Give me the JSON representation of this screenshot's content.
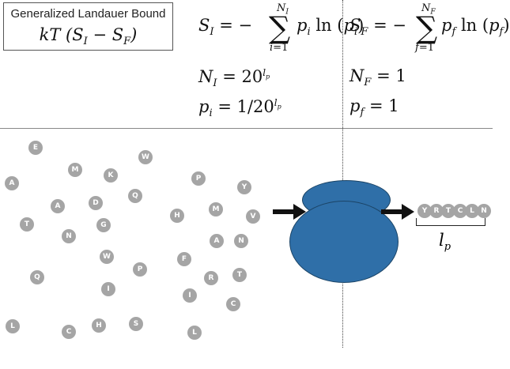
{
  "title_box": {
    "label": "Generalized Landauer Bound",
    "formula": "kT (S_I − S_F)"
  },
  "equations": {
    "initial": {
      "entropy": "S_I = −Σ_{i=1}^{N_I} p_i ln(p_i)",
      "count": "N_I = 20^{l_p}",
      "probability": "p_i = 1/20^{l_p}"
    },
    "final": {
      "entropy": "S_F = −Σ_{f=1}^{N_F} p_f ln(p_f)",
      "count": "N_F = 1",
      "probability": "p_f = 1"
    }
  },
  "amino_acids": [
    "E",
    "W",
    "M",
    "K",
    "A",
    "D",
    "Q",
    "A",
    "T",
    "N",
    "G",
    "W",
    "P",
    "I",
    "Q",
    "L",
    "C",
    "H",
    "S",
    "P",
    "Y",
    "H",
    "M",
    "V",
    "A",
    "N",
    "F",
    "R",
    "T",
    "I",
    "C",
    "L"
  ],
  "chain": [
    "Y",
    "R",
    "T",
    "C",
    "L",
    "N"
  ],
  "chain_length_label": "l_p",
  "colors": {
    "ball": "#a5a5a5",
    "blob": "#2f6fa8",
    "blob_border": "#1b4466"
  }
}
